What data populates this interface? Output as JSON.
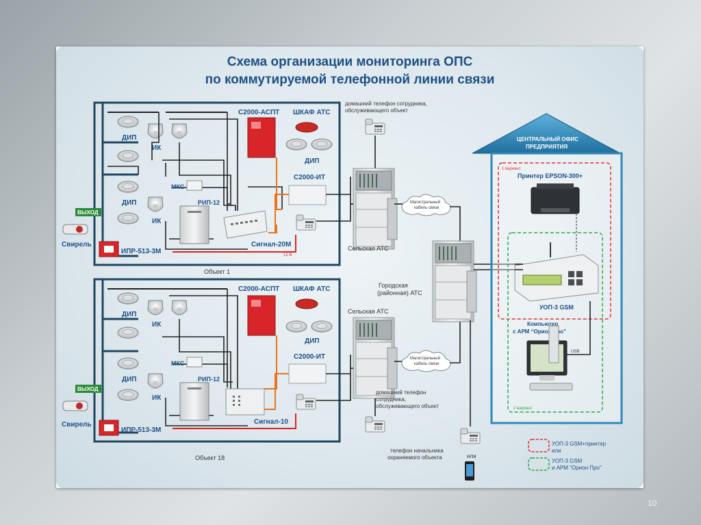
{
  "title_line1": "Схема организации мониторинга ОПС",
  "title_line2": "по коммутируемой телефонной линии связи",
  "page_number": "10",
  "labels": {
    "dip": "ДИП",
    "ik": "ИК",
    "mks": "МКС",
    "rip": "РИП-12",
    "exit": "ВЫХОД",
    "siren": "Свирель",
    "ipr": "ИПР-513-3М",
    "aspt": "С2000-АСПТ",
    "shkaf": "ШКАФ АТС",
    "it": "С2000-ИТ",
    "signal20": "Сигнал-20М",
    "signal10": "Сигнал-10",
    "obj1": "Объект 1",
    "obj18": "Объект 18",
    "rural_ats": "Сельская АТС",
    "city_ats_1": "Городская",
    "city_ats_2": "(районная) АТС",
    "trunk_1": "Магистральный",
    "trunk_2": "кабель связи",
    "home_phone_1": "домашний телефон сотрудника,",
    "home_phone_2": "обслуживающего объект",
    "home_phone_b1": "домашний телефон",
    "home_phone_b2": "сотрудника,",
    "home_phone_b3": "обслуживающего объект",
    "chief_phone_1": "телефон начальника",
    "chief_phone_2": "охраняемого объекта",
    "or": "или",
    "office_1": "ЦЕНТРАЛЬНЫЙ ОФИС",
    "office_2": "ПРЕДПРИЯТИЯ",
    "variant1": "1 вариант",
    "variant2": "2 вариант",
    "printer": "Принтер EPSON-300+",
    "uop": "УОП-3 GSM",
    "computer_1": "Компьютер",
    "computer_2": "с АРМ “Орион Про”",
    "usb": "USB",
    "legend1_1": "УОП-3 GSM+принтер",
    "legend1_2": "или",
    "legend2_1": "УОП-3 GSM",
    "legend2_2": "и АРМ \"Орион Про\"",
    "volt": "12 В"
  },
  "colors": {
    "title": "#1d4f86",
    "frame": "#1f4660",
    "wire_black": "#222222",
    "wire_orange": "#e8731c",
    "wire_red": "#e02020",
    "cabinet_red": "#d8252a",
    "variant1": "#e03030",
    "variant2": "#2ea84a",
    "roof": "#2f87b8"
  }
}
